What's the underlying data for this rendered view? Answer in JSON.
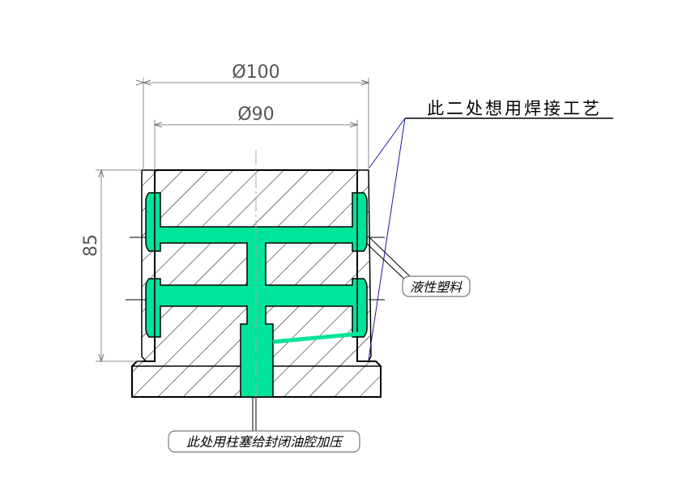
{
  "dimensions": {
    "outer_diameter": "Ø100",
    "inner_diameter": "Ø90",
    "height": "85"
  },
  "annotations": {
    "weld_note": "此二处想用焊接工艺",
    "plastic_note": "液性塑料",
    "plunger_note": "此处用柱塞给封闭油腔加压"
  },
  "colors": {
    "line": "#000000",
    "dim_line": "#8a8a8a",
    "fluid": "#00e39a",
    "leader_blue": "#1a1aa8"
  }
}
